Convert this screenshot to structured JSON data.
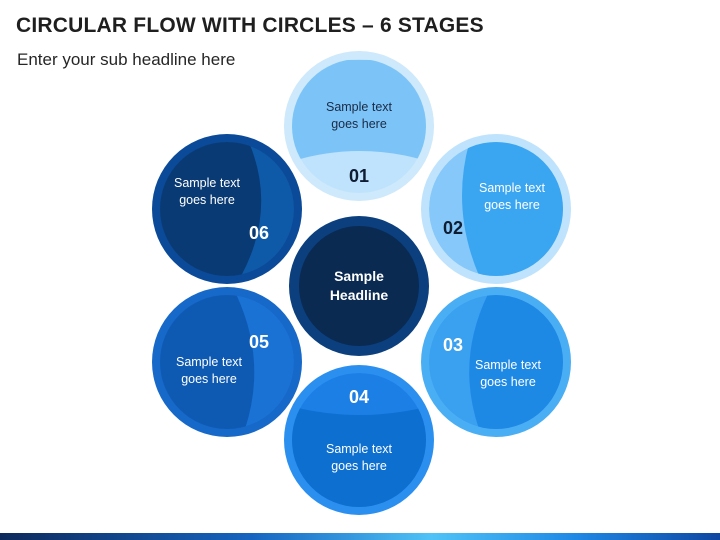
{
  "title": "CIRCULAR FLOW WITH CIRCLES – 6 STAGES",
  "subtitle": "Enter your sub headline here",
  "center": {
    "line1": "Sample",
    "line2": "Headline"
  },
  "stages": [
    {
      "number": "01",
      "line1": "Sample text",
      "line2": "goes here",
      "ring": "#cde9fb",
      "cap": "#7cc4f8",
      "body": "#bfe3fc",
      "text_color": "#1b2a45",
      "num_color": "#0f1d33"
    },
    {
      "number": "02",
      "line1": "Sample text",
      "line2": "goes here",
      "ring": "#bfe3fc",
      "cap": "#86c8f9",
      "body": "#3aa6f2",
      "text_color": "#ffffff",
      "num_color": "#0f1d33"
    },
    {
      "number": "03",
      "line1": "Sample text",
      "line2": "goes here",
      "ring": "#4aaef4",
      "cap": "#3aa0f0",
      "body": "#1e88e5",
      "text_color": "#ffffff",
      "num_color": "#ffffff"
    },
    {
      "number": "04",
      "line1": "Sample text",
      "line2": "goes here",
      "ring": "#2b8ff0",
      "cap": "#1c7fe6",
      "body": "#0d6fd0",
      "text_color": "#ffffff",
      "num_color": "#ffffff"
    },
    {
      "number": "05",
      "line1": "Sample text",
      "line2": "goes here",
      "ring": "#1668c9",
      "cap": "#1a72d4",
      "body": "#0e5ab3",
      "text_color": "#ffffff",
      "num_color": "#ffffff"
    },
    {
      "number": "06",
      "line1": "Sample text",
      "line2": "goes here",
      "ring": "#0b4a98",
      "cap": "#0e5aa8",
      "body": "#0a3a74",
      "text_color": "#ffffff",
      "num_color": "#ffffff"
    }
  ],
  "center_colors": {
    "ring": "#0b3f7d",
    "fill": "#0a2a52"
  }
}
